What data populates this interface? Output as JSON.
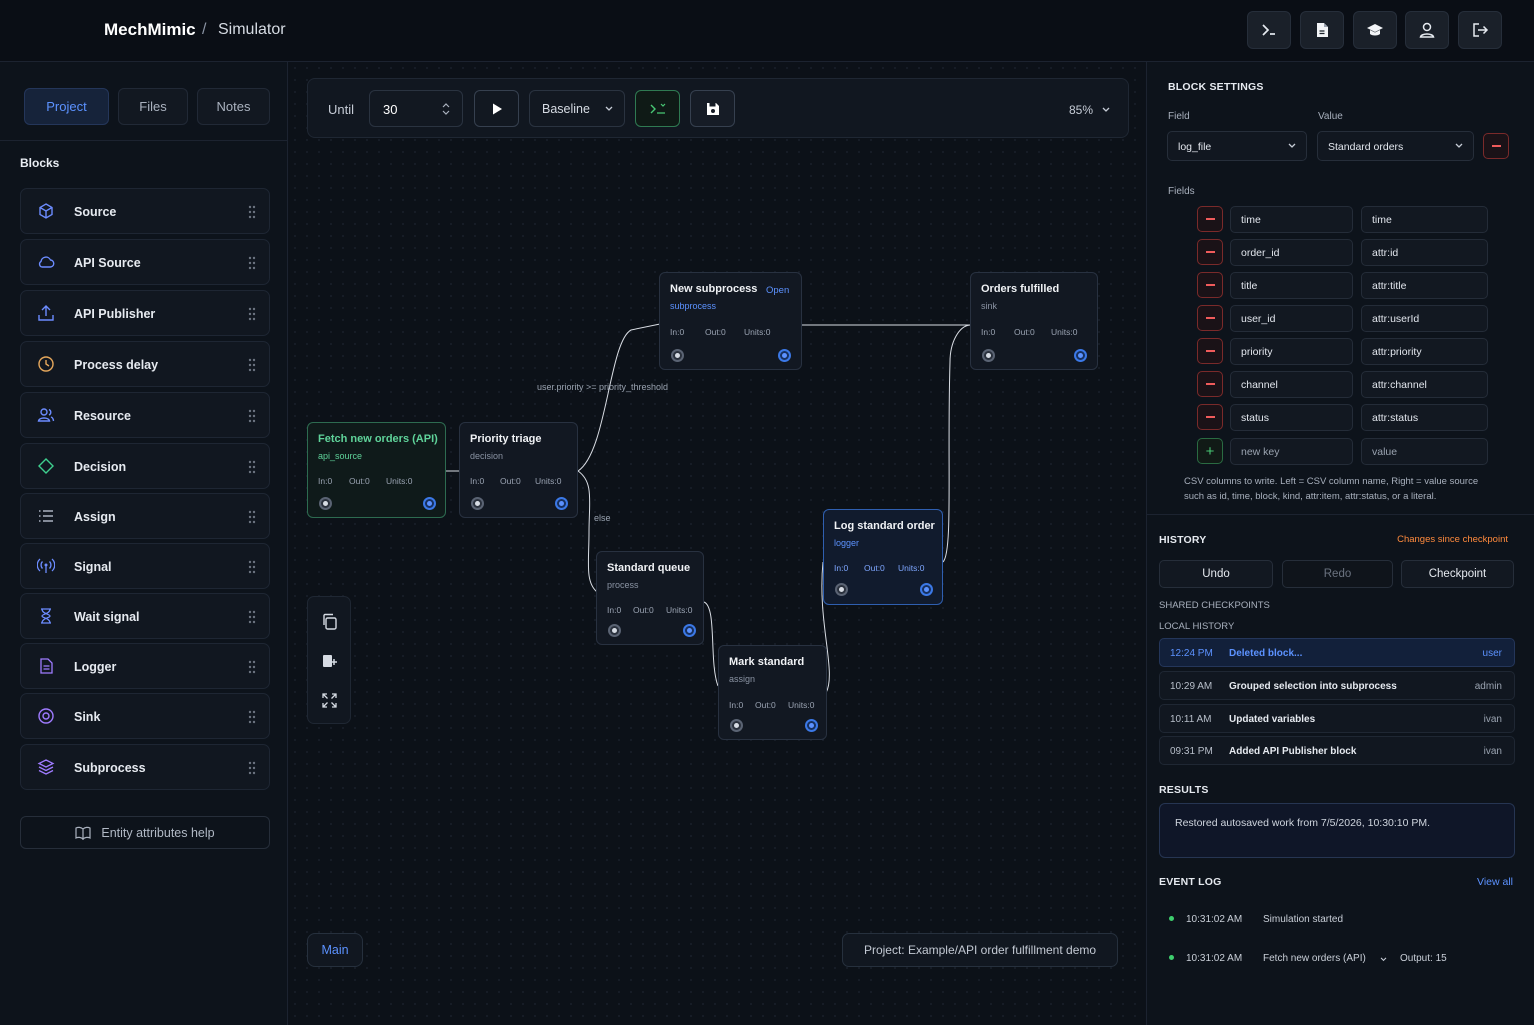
{
  "app": {
    "name": "MechMimic",
    "separator": "/",
    "page": "Simulator"
  },
  "top_actions": [
    "terminal-icon",
    "file-icon",
    "learn-icon",
    "user-icon",
    "logout-icon"
  ],
  "left": {
    "tabs": [
      "Project",
      "Files",
      "Notes"
    ],
    "active_tab": "Project",
    "blocks_title": "Blocks",
    "blocks": [
      {
        "label": "Source",
        "icon": "cube-icon"
      },
      {
        "label": "API Source",
        "icon": "cloud-icon"
      },
      {
        "label": "API Publisher",
        "icon": "upload-icon"
      },
      {
        "label": "Process delay",
        "icon": "clock-icon"
      },
      {
        "label": "Resource",
        "icon": "users-icon"
      },
      {
        "label": "Decision",
        "icon": "diamond-icon"
      },
      {
        "label": "Assign",
        "icon": "list-icon"
      },
      {
        "label": "Signal",
        "icon": "signal-icon"
      },
      {
        "label": "Wait signal",
        "icon": "hourglass-icon"
      },
      {
        "label": "Logger",
        "icon": "document-icon"
      },
      {
        "label": "Sink",
        "icon": "target-icon"
      },
      {
        "label": "Subprocess",
        "icon": "layers-icon"
      }
    ],
    "help_label": "Entity attributes help"
  },
  "toolbar": {
    "until_label": "Until",
    "until_value": "30",
    "scenario": "Baseline",
    "zoom": "85%"
  },
  "nodes": {
    "fetch": {
      "title": "Fetch new orders (API)",
      "kind": "api_source",
      "in": "In:0",
      "out": "Out:0",
      "units": "Units:0"
    },
    "triage": {
      "title": "Priority triage",
      "kind": "decision",
      "in": "In:0",
      "out": "Out:0",
      "units": "Units:0"
    },
    "subprocess": {
      "title": "New subprocess",
      "kind": "subprocess",
      "open": "Open",
      "in": "In:0",
      "out": "Out:0",
      "units": "Units:0"
    },
    "fulfilled": {
      "title": "Orders fulfilled",
      "kind": "sink",
      "in": "In:0",
      "out": "Out:0",
      "units": "Units:0"
    },
    "queue": {
      "title": "Standard queue",
      "kind": "process",
      "in": "In:0",
      "out": "Out:0",
      "units": "Units:0"
    },
    "mark": {
      "title": "Mark standard",
      "kind": "assign",
      "in": "In:0",
      "out": "Out:0",
      "units": "Units:0"
    },
    "log": {
      "title": "Log standard order",
      "kind": "logger",
      "in": "In:0",
      "out": "Out:0",
      "units": "Units:0"
    }
  },
  "edges": {
    "priority_label": "user.priority >= priority_threshold",
    "else_label": "else"
  },
  "canvas": {
    "main_tab": "Main",
    "project": "Project: Example/API order fulfillment demo"
  },
  "right": {
    "block_settings": "BLOCK SETTINGS",
    "field_label": "Field",
    "value_label": "Value",
    "field_value": "log_file",
    "value_value": "Standard orders",
    "fields_label": "Fields",
    "fields": [
      {
        "key": "time",
        "value": "time"
      },
      {
        "key": "order_id",
        "value": "attr:id"
      },
      {
        "key": "title",
        "value": "attr:title"
      },
      {
        "key": "user_id",
        "value": "attr:userId"
      },
      {
        "key": "priority",
        "value": "attr:priority"
      },
      {
        "key": "channel",
        "value": "attr:channel"
      },
      {
        "key": "status",
        "value": "attr:status"
      }
    ],
    "new_key_placeholder": "new key",
    "new_value_placeholder": "value",
    "help_line1": "CSV columns to write. Left = CSV column name, Right = value source",
    "help_line2": "such as id, time, block, kind, attr:item, attr:status, or a literal.",
    "history_title": "HISTORY",
    "changes_label": "Changes since checkpoint",
    "undo": "Undo",
    "redo": "Redo",
    "checkpoint": "Checkpoint",
    "shared_checkpoints": "SHARED CHECKPOINTS",
    "local_history": "LOCAL HISTORY",
    "history": [
      {
        "time": "12:24 PM",
        "action": "Deleted block...",
        "user": "user"
      },
      {
        "time": "10:29 AM",
        "action": "Grouped selection into subprocess",
        "user": "admin"
      },
      {
        "time": "10:11 AM",
        "action": "Updated variables",
        "user": "ivan"
      },
      {
        "time": "09:31 PM",
        "action": "Added API Publisher block",
        "user": "ivan"
      }
    ],
    "results_title": "RESULTS",
    "results_text": "Restored autosaved work from 7/5/2026, 10:30:10 PM.",
    "event_log_title": "EVENT LOG",
    "view_all": "View all",
    "events": [
      {
        "time": "10:31:02 AM",
        "text": "Simulation started",
        "extra": ""
      },
      {
        "time": "10:31:02 AM",
        "text": "Fetch new orders (API)",
        "extra": "Output: 15"
      }
    ]
  },
  "colors": {
    "accent": "#5c92ff",
    "danger": "#ef5b5b",
    "success": "#48c774",
    "warning": "#ff8a3d"
  }
}
